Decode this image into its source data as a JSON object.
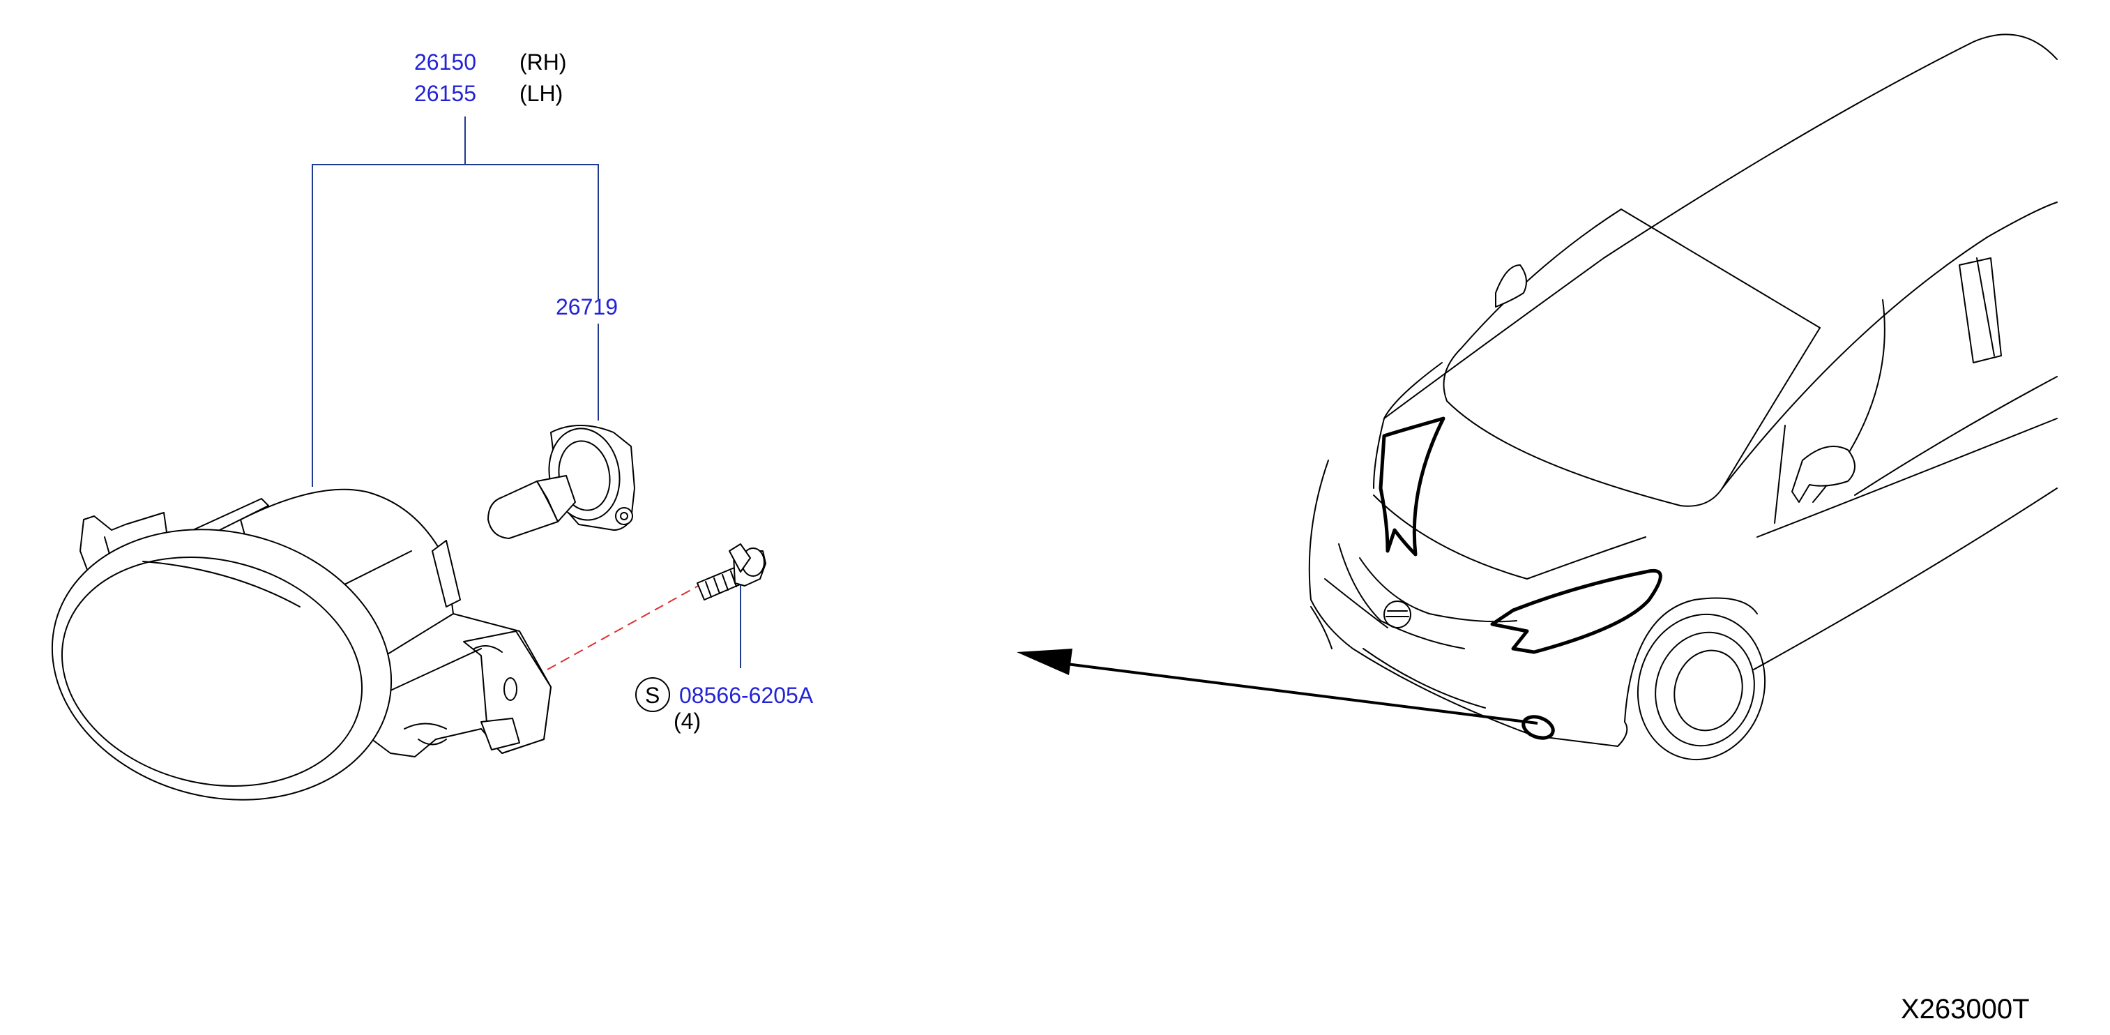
{
  "parts": {
    "lamp_rh": {
      "number": "26150",
      "side": "(RH)"
    },
    "lamp_lh": {
      "number": "26155",
      "side": "(LH)"
    },
    "bulb": {
      "number": "26719"
    },
    "screw": {
      "symbol": "S",
      "number": "08566-6205A",
      "qty": "(4)"
    }
  },
  "diagram_code": "X263000T",
  "colors": {
    "part_number": "#2323d6",
    "leader_line": "#1f3a8f",
    "dashed_line": "#e03030",
    "outline": "#000000"
  },
  "icons": {
    "fog_lamp": "fog-lamp-assembly-icon",
    "bulb": "bulb-icon",
    "screw": "screw-icon",
    "vehicle": "vehicle-icon"
  }
}
